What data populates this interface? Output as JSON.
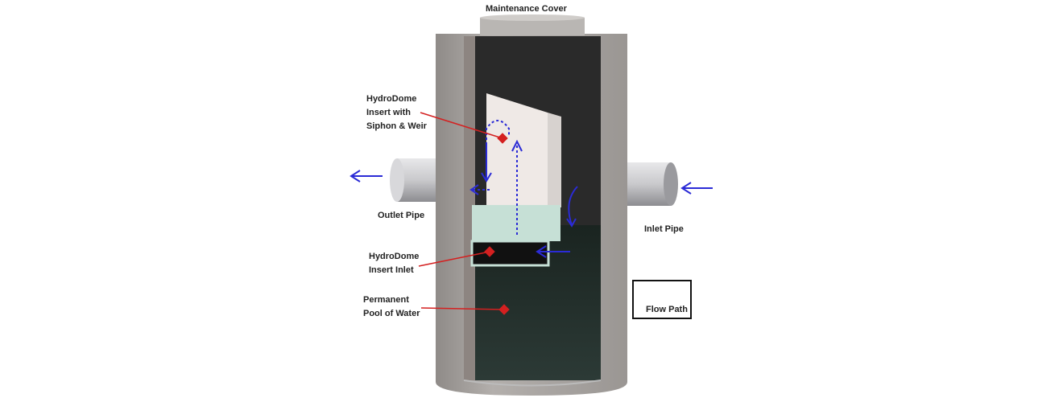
{
  "labels": {
    "maintenance_cover": "Maintenance Cover",
    "insert_siphon": [
      "HydroDome",
      "Insert with",
      "Siphon & Weir"
    ],
    "outlet_pipe": "Outlet Pipe",
    "inlet_pipe": "Inlet Pipe",
    "insert_inlet": [
      "HydroDome",
      "Insert Inlet"
    ],
    "pool": [
      "Permanent",
      "Pool of Water"
    ],
    "legend": "Flow Path"
  },
  "colors": {
    "flow": "#2b2bd6",
    "callout": "#d42020",
    "concrete": "#a9a5a2"
  }
}
